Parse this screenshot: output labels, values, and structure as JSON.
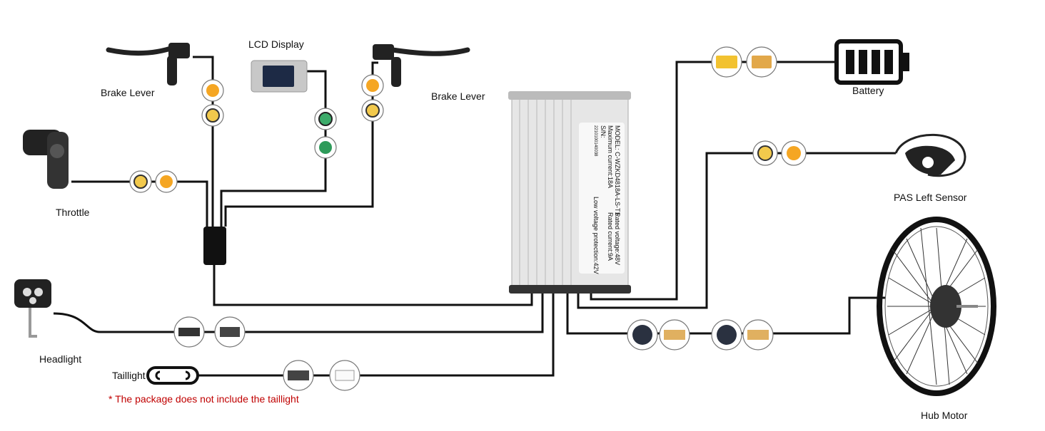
{
  "labels": {
    "brake_left": "Brake Lever",
    "lcd": "LCD Display",
    "brake_right": "Brake Lever",
    "throttle": "Throttle",
    "headlight": "Headlight",
    "taillight": "Taillight",
    "taillight_note": "* The package does not include the taillight",
    "battery": "Battery",
    "pas": "PAS Left Sensor",
    "hub_motor": "Hub Motor"
  },
  "controller": {
    "model": "MODEL: C-WZKD4818A-LS-T1",
    "max_current": "Maximum current:18A",
    "sn_label": "S/N:",
    "sn": "2210100140038",
    "rated_voltage": "Rated voltage:48V",
    "rated_current": "Rated current:9A",
    "low_voltage": "Low voltage protection:42V"
  },
  "colors": {
    "wire": "#111111",
    "yellow_connector": "#f5a623",
    "green_connector": "#2e9b5a",
    "note": "#c00000"
  }
}
